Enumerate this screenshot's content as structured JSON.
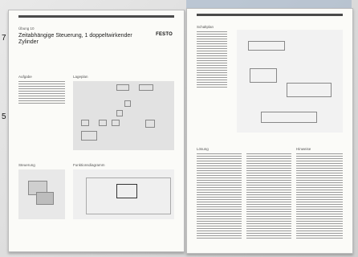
{
  "left_page": {
    "header_text": "Übung 10",
    "title": "Zeitabhängige Steuerung, 1 doppeltwirkender Zylinder",
    "logo": "FESTO",
    "section_titles": [
      "Aufgabe",
      "Lageplan",
      "Steuerung",
      "Funktionsdiagramm"
    ]
  },
  "right_page": {
    "section_titles": [
      "Schaltplan",
      "Lösung",
      "Hinweise"
    ]
  },
  "edge_numbers": [
    "7",
    "5"
  ]
}
